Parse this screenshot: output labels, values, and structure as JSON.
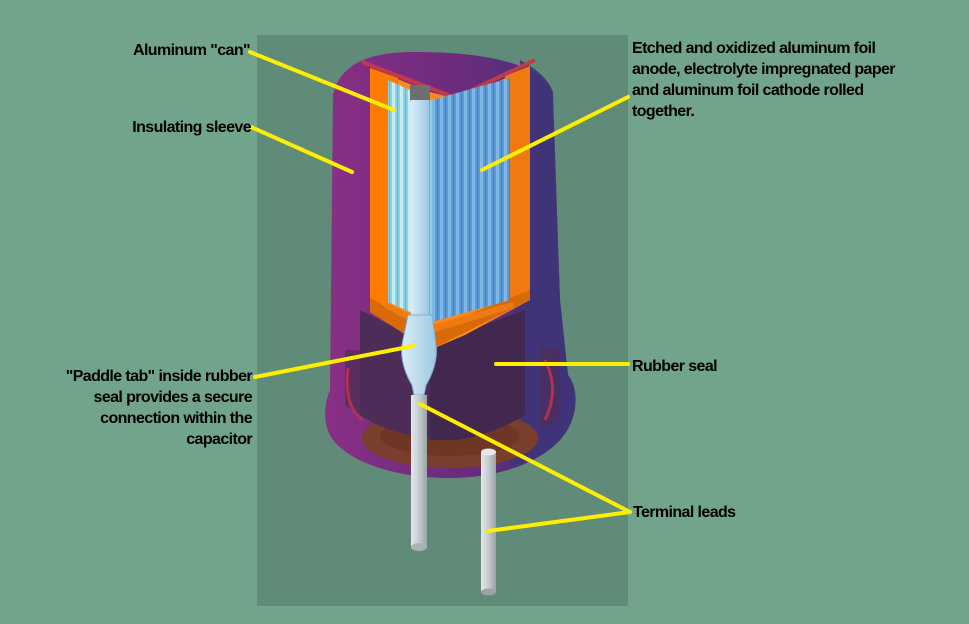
{
  "labels": {
    "aluminum_can": "Aluminum \"can\"",
    "insulating_sleeve": "Insulating sleeve",
    "anode_line1": "Etched and oxidized aluminum foil",
    "anode_line2": "anode, electrolyte impregnated paper",
    "anode_line3": "and aluminum foil cathode rolled",
    "anode_line4": "together.",
    "rubber_seal": "Rubber seal",
    "paddle_line1": "\"Paddle tab\" inside rubber",
    "paddle_line2": "seal provides a secure",
    "paddle_line3": "connection within the",
    "paddle_line4": "capacitor",
    "terminal_leads": "Terminal leads"
  },
  "colors": {
    "background": "#72a38b",
    "panel": "#5f8b78",
    "leader_line": "#ffee00",
    "sleeve": "#7a2b7a",
    "sleeve_right": "#45327a",
    "can": "#ff8000",
    "rubber": "#4a2c55",
    "foil_light": "#a9dcf0",
    "foil_dark": "#5e9bd0",
    "lead": "#c9d0d4"
  }
}
